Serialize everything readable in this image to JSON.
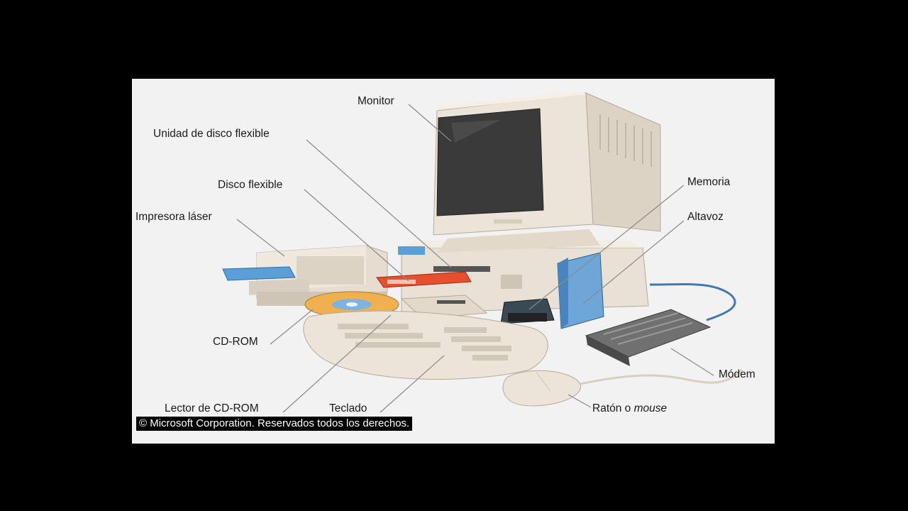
{
  "labels": {
    "monitor": "Monitor",
    "unidad_disco": "Unidad de disco flexible",
    "disco_flexible": "Disco flexible",
    "impresora": "Impresora láser",
    "memoria": "Memoria",
    "altavoz": "Altavoz",
    "cdrom": "CD-ROM",
    "modem": "Módem",
    "lector_cdrom": "Lector de CD-ROM",
    "teclado": "Teclado",
    "raton_prefix": "Ratón o",
    "raton_em": "mouse"
  },
  "copyright": "© Microsoft Corporation. Reservados todos los derechos.",
  "colors": {
    "background": "#000000",
    "panel": "#f2f2f2",
    "case": "#eae2d6",
    "screen": "#3a3a3a"
  }
}
